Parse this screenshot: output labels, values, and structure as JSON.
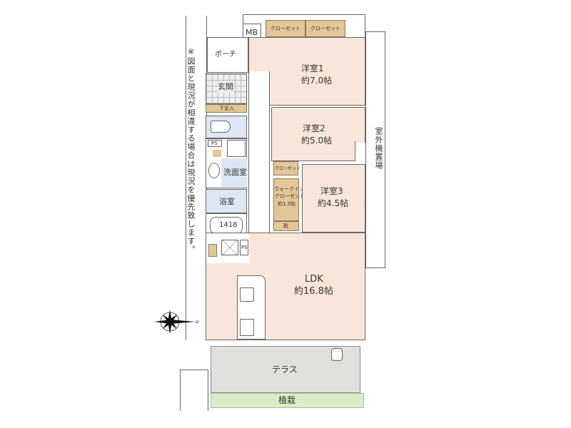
{
  "note": "※図面と現況が相違する場合は現況を優先致します。",
  "outdoor_unit": "室外機置場",
  "compass_label": "N",
  "rooms": {
    "mb": "MB",
    "porch": "ポーチ",
    "closet_a": "クローゼット",
    "closet_b": "クローゼット",
    "room1": {
      "name": "洋室1",
      "size": "約7.0帖"
    },
    "room2": {
      "name": "洋室2",
      "size": "約5.0帖"
    },
    "room3": {
      "name": "洋室3",
      "size": "約4.5帖"
    },
    "entrance": "玄関",
    "shoe_storage": "下足入",
    "ps1": "PS",
    "ps2": "PS",
    "washroom": "洗面室",
    "bath": "浴室",
    "bathtub": "1418",
    "closet_small": "クローゼット",
    "wic": {
      "name": "ウォークイン",
      "name2": "クローゼット",
      "size": "約1.5帖"
    },
    "shoes": "靴",
    "ldk": {
      "name": "LDK",
      "size": "約16.8帖"
    },
    "terrace": "テラス",
    "planting": "植栽"
  },
  "colors": {
    "room": "#f9e6da",
    "storage": "#e4c697",
    "wet": "#dde6f3",
    "terrace": "#e1dfdc",
    "planting": "#dcebc8"
  }
}
